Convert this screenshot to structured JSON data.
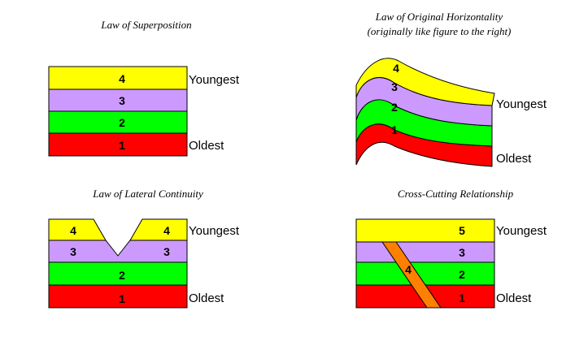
{
  "colors": {
    "yellow": "#ffff00",
    "purple": "#cc99ff",
    "green": "#00ff00",
    "red": "#ff0000",
    "orange": "#ff8000",
    "outline": "#000000"
  },
  "panels": {
    "superposition": {
      "title": "Law of Superposition",
      "youngest_label": "Youngest",
      "oldest_label": "Oldest",
      "layers": [
        "4",
        "3",
        "2",
        "1"
      ]
    },
    "horizontality": {
      "title_line1": "Law of Original Horizontality",
      "title_line2": "(originally like figure to the right)",
      "youngest_label": "Youngest",
      "oldest_label": "Oldest",
      "layers": [
        "4",
        "3",
        "2",
        "1"
      ]
    },
    "lateral": {
      "title": "Law of Lateral Continuity",
      "youngest_label": "Youngest",
      "oldest_label": "Oldest",
      "layer_4_left": "4",
      "layer_4_right": "4",
      "layer_3_left": "3",
      "layer_3_right": "3",
      "layer_2": "2",
      "layer_1": "1"
    },
    "crosscutting": {
      "title": "Cross-Cutting Relationship",
      "youngest_label": "Youngest",
      "oldest_label": "Oldest",
      "layer_5": "5",
      "layer_4": "4",
      "layer_3": "3",
      "layer_2": "2",
      "layer_1": "1"
    }
  }
}
